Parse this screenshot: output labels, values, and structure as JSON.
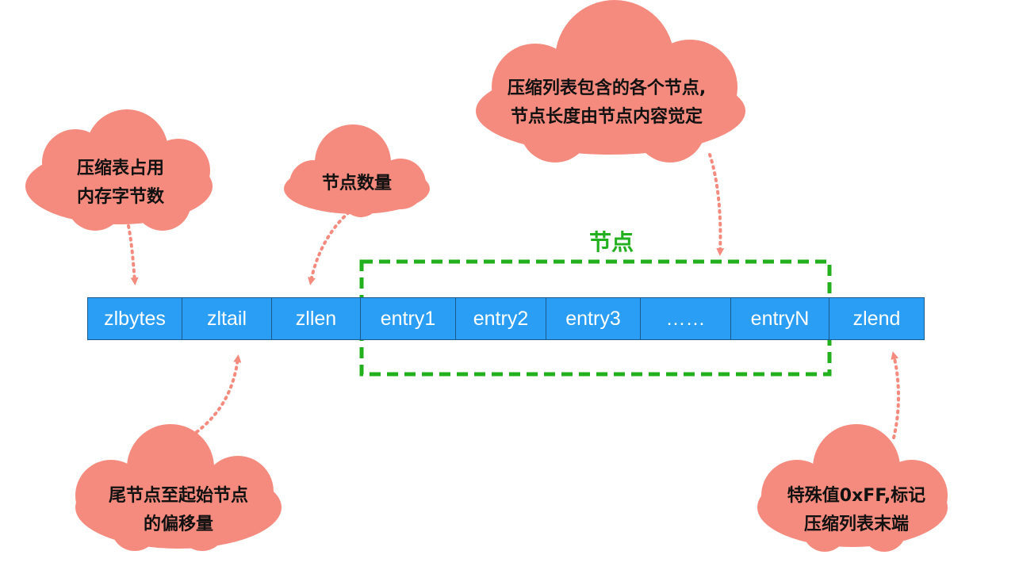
{
  "group_label": "节点",
  "cells": [
    "zlbytes",
    "zltail",
    "zllen",
    "entry1",
    "entry2",
    "entry3",
    "……",
    "entryN",
    "zlend"
  ],
  "annotations": {
    "zlbytes": [
      "压缩表占用",
      "内存字节数"
    ],
    "zllen": [
      "节点数量"
    ],
    "entries": [
      "压缩列表包含的各个节点,",
      "节点长度由节点内容觉定"
    ],
    "zltail": [
      "尾节点至起始节点",
      "的偏移量"
    ],
    "zlend": [
      "特殊值0xFF,标记",
      "压缩列表末端"
    ]
  },
  "colors": {
    "cloud": "#f58b7e",
    "cell": "#2a9df4",
    "cell_border": "#1a5a8c",
    "group_box": "#22b01e",
    "arrow": "#f58b7e"
  }
}
